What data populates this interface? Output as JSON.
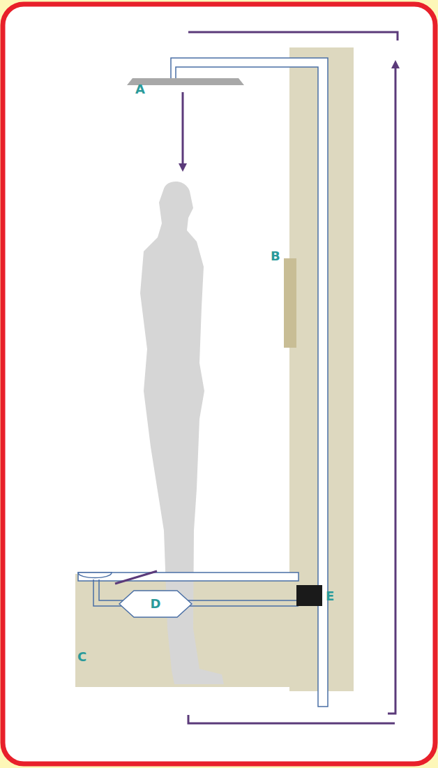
{
  "diagram": {
    "nodes": [
      {
        "text": [
          "D"
        ]
      }
    ],
    "labels": [
      "A",
      "B",
      "C",
      "E"
    ]
  }
}
